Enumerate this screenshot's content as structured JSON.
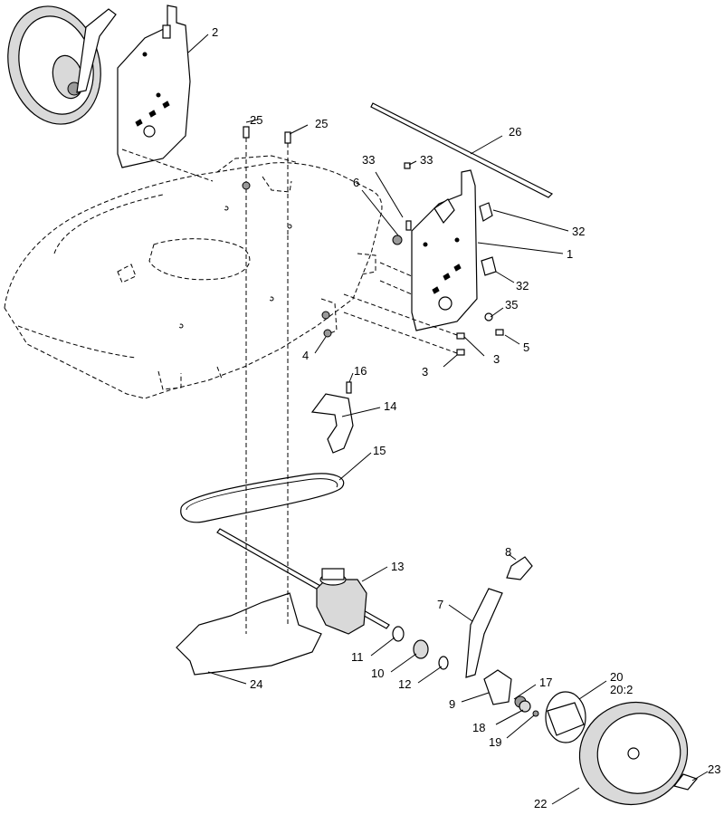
{
  "diagram": {
    "callouts": [
      {
        "id": "c2",
        "text": "2"
      },
      {
        "id": "c25a",
        "text": "25"
      },
      {
        "id": "c25b",
        "text": "25"
      },
      {
        "id": "c26",
        "text": "26"
      },
      {
        "id": "c33a",
        "text": "33"
      },
      {
        "id": "c33b",
        "text": "33"
      },
      {
        "id": "c6",
        "text": "6"
      },
      {
        "id": "c32a",
        "text": "32"
      },
      {
        "id": "c1",
        "text": "1"
      },
      {
        "id": "c32b",
        "text": "32"
      },
      {
        "id": "c35",
        "text": "35"
      },
      {
        "id": "c5",
        "text": "5"
      },
      {
        "id": "c4",
        "text": "4"
      },
      {
        "id": "c3a",
        "text": "3"
      },
      {
        "id": "c3b",
        "text": "3"
      },
      {
        "id": "c16",
        "text": "16"
      },
      {
        "id": "c14",
        "text": "14"
      },
      {
        "id": "c15",
        "text": "15"
      },
      {
        "id": "c8",
        "text": "8"
      },
      {
        "id": "c13",
        "text": "13"
      },
      {
        "id": "c7",
        "text": "7"
      },
      {
        "id": "c11",
        "text": "11"
      },
      {
        "id": "c10",
        "text": "10"
      },
      {
        "id": "c12",
        "text": "12"
      },
      {
        "id": "c24",
        "text": "24"
      },
      {
        "id": "c20",
        "text": "20"
      },
      {
        "id": "c20b",
        "text": "20:2"
      },
      {
        "id": "c17",
        "text": "17"
      },
      {
        "id": "c9",
        "text": "9"
      },
      {
        "id": "c18",
        "text": "18"
      },
      {
        "id": "c19",
        "text": "19"
      },
      {
        "id": "c23",
        "text": "23"
      },
      {
        "id": "c22",
        "text": "22"
      }
    ]
  }
}
